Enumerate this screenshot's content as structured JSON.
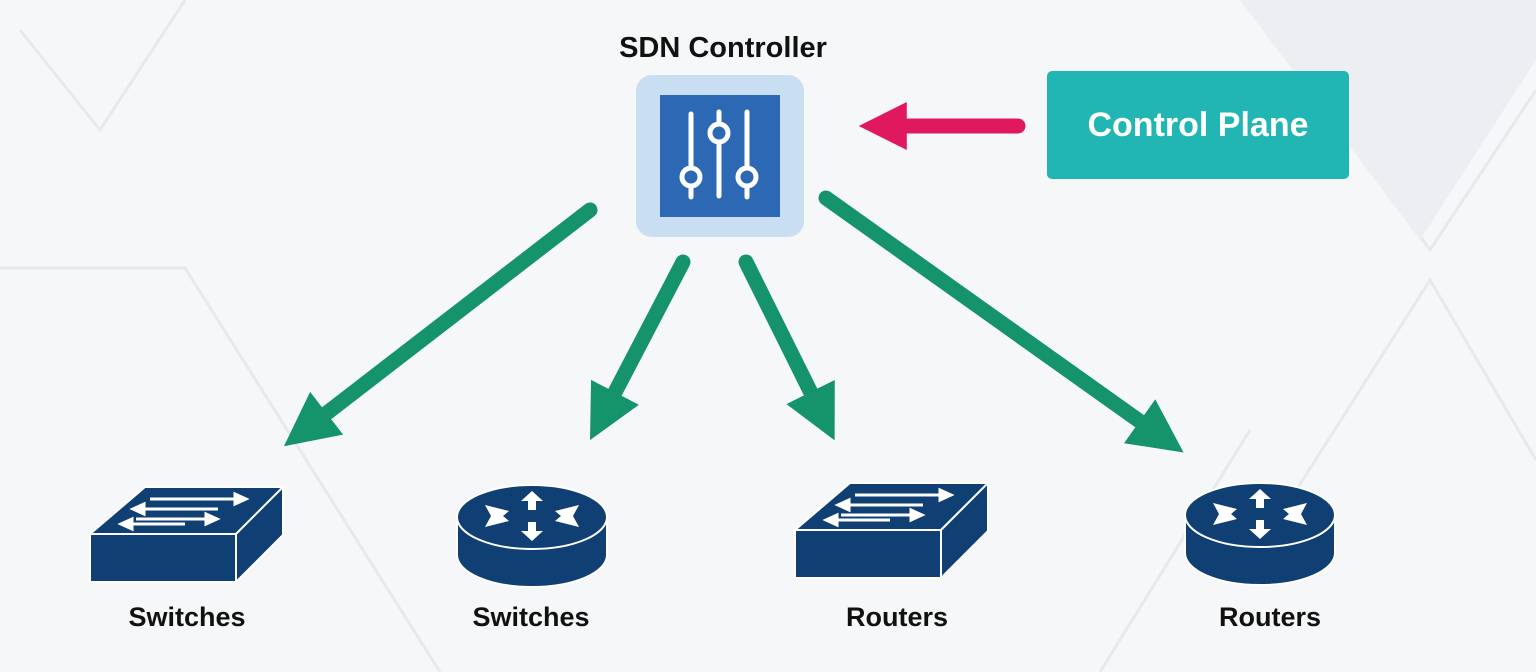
{
  "title": "SDN Controller",
  "callout": "Control Plane",
  "devices": [
    {
      "label": "Switches",
      "icon": "switch-icon"
    },
    {
      "label": "Switches",
      "icon": "router-icon"
    },
    {
      "label": "Routers",
      "icon": "switch-icon"
    },
    {
      "label": "Routers",
      "icon": "router-icon"
    }
  ],
  "colors": {
    "arrow_green": "#15936b",
    "arrow_pink": "#e0195f",
    "callout_teal": "#21b5b3",
    "controller_blue": "#2c68b4",
    "controller_frame": "#c9ddf3",
    "device_navy": "#103f73"
  }
}
